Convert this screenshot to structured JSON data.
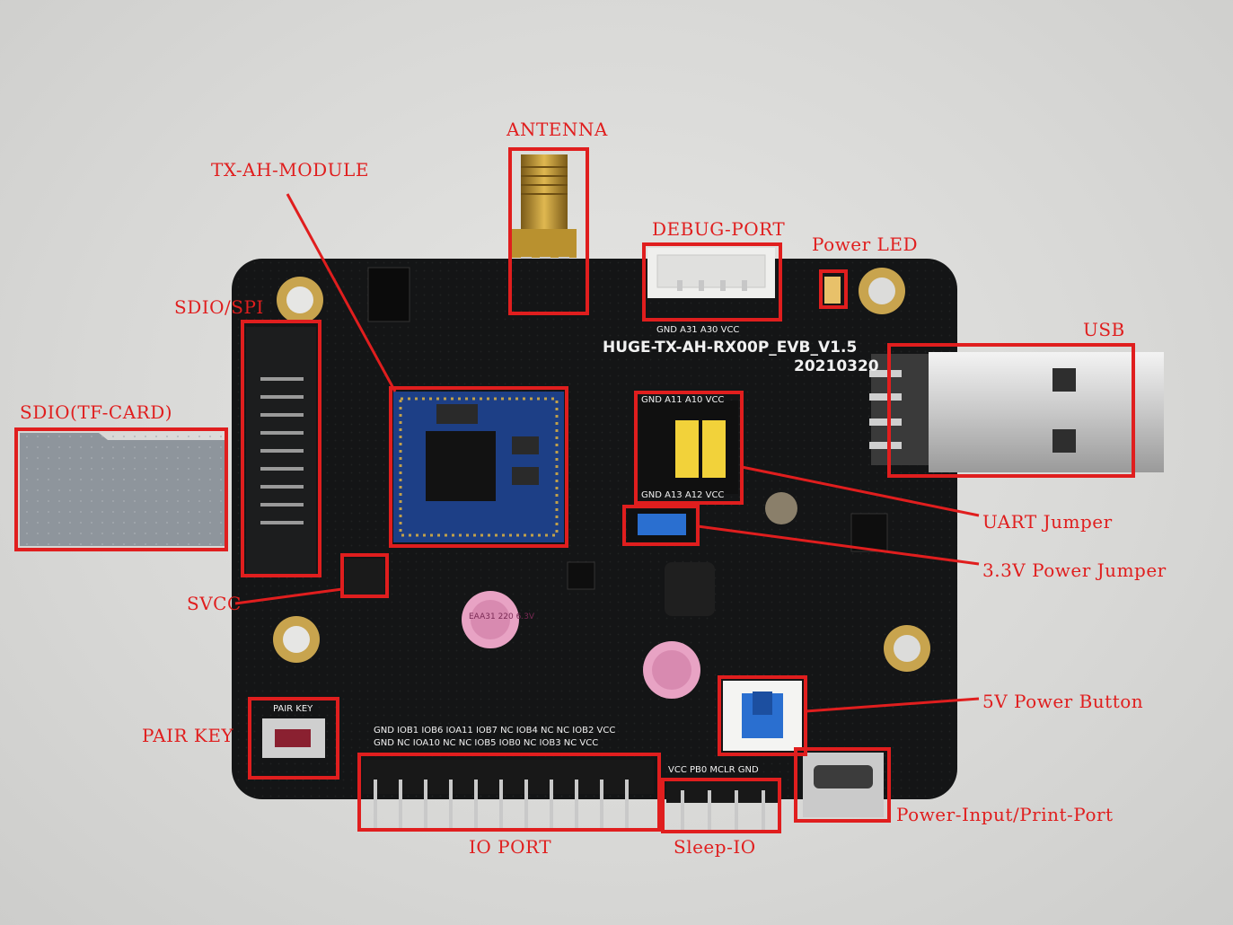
{
  "board": {
    "name": "HUGE-TX-AH-RX00P_EVB_V1.5",
    "date": "20210320",
    "debug_pins": "GND  A31  A30  VCC",
    "uart_top_pins": "GND  A11  A10  VCC",
    "uart_bottom_pins": "GND  A13  A12  VCC",
    "io_row1": "GND IOB1 IOB6 IOA11 IOB7  NC  IOB4  NC  NC  IOB2  VCC",
    "io_row2": "GND  NC  IOA10  NC   NC  IOB5 IOB0  NC  IOB3  NC   VCC",
    "sleep_pins": "VCC  PB0  MCLR  GND",
    "pair_key_silk": "PAIR KEY",
    "cap_label": "EAA31 220 6.3V"
  },
  "labels": {
    "antenna": "ANTENNA",
    "tx_module": "TX-AH-MODULE",
    "debug_port": "DEBUG-PORT",
    "power_led": "Power LED",
    "sdio_spi": "SDIO/SPI",
    "usb": "USB",
    "sdio_tf": "SDIO(TF-CARD)",
    "uart_jumper": "UART Jumper",
    "power_jumper": "3.3V Power Jumper",
    "svcc": "SVCC",
    "five_v_button": "5V Power Button",
    "pair_key": "PAIR KEY",
    "power_input": "Power-Input/Print-Port",
    "io_port": "IO PORT",
    "sleep_io": "Sleep-IO"
  },
  "colors": {
    "annotation": "#e01e1e",
    "pcb": "#141516",
    "module": "#1d3f86",
    "jumper_yellow": "#f2d23a",
    "jumper_blue": "#2a6fd0"
  }
}
